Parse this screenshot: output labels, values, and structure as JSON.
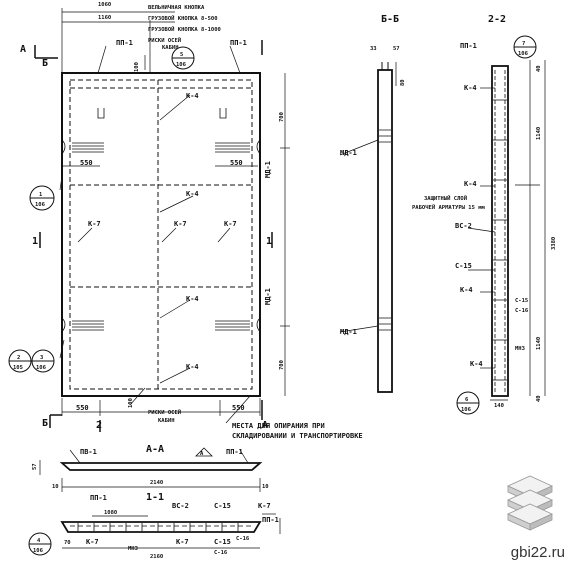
{
  "labels": {
    "top_note_1": "ВЕЛЬНИЧНАЯ КНОПКА",
    "top_note_2": "ГРУЗОВОЙ КНОПКА 8-500",
    "top_note_3": "ГРУЗОВОЙ КНОПКА 8-1000",
    "top_note_4": "РИСКИ ОСЕЙ",
    "top_note_5": "КАБИН",
    "dim_1060": "1060",
    "dim_1160": "1160",
    "dim_100_top": "100",
    "dim_700_top": "700",
    "dim_700_bot": "700",
    "dim_550_a": "550",
    "dim_550_b": "550",
    "dim_550_c": "550",
    "dim_550_d": "550",
    "dim_100_bot": "100",
    "pn1_a": "ПП-1",
    "pn1_b": "ПП-1",
    "pn1_c": "ПП-1",
    "pn1_d": "ПП-1",
    "pn1_e": "ПП-1",
    "k4_1": "К-4",
    "k4_2": "К-4",
    "k4_3": "К-4",
    "k4_4": "К-4",
    "k4_5": "К-4",
    "k4_6": "К-4",
    "k4_7": "К-4",
    "k7_1": "К-7",
    "k7_2": "К-7",
    "k7_3": "К-7",
    "k7_4": "К-7",
    "k7_5": "К-7",
    "md1_a": "МД-1",
    "md1_b": "МД-1",
    "md1_c": "МД-1",
    "md1_d": "МД-1",
    "cut_a": "А",
    "cut_a2": "А",
    "cut_b": "Б",
    "cut_b2": "Б",
    "cut_2": "2",
    "cut_1": "1",
    "cut_1b": "1",
    "sec_bb": "Б-Б",
    "sec_22": "2-2",
    "sec_aa": "А-А",
    "sec_11": "1-1",
    "dim_33": "33",
    "dim_57": "57",
    "dim_80": "80",
    "dim_1140a": "1140",
    "dim_1140b": "1140",
    "dim_3380": "3380",
    "dim_40a": "40",
    "dim_40b": "40",
    "dim_140": "140",
    "dim_2140": "2140",
    "dim_2160": "2160",
    "dim_1080": "1080",
    "dim_70": "70",
    "dim_10a": "10",
    "dim_10b": "10",
    "dim_57b": "57",
    "c15_a": "С-15",
    "c15_b": "С-15",
    "c15_c": "С-15",
    "c15_d": "С-15",
    "c16_a": "С-16",
    "c16_b": "С-16",
    "c16_c": "С-16",
    "vs2_a": "ВС-2",
    "vs2_b": "ВС-2",
    "pv1": "ПВ-1",
    "pp1_aa": "ПП-1",
    "mn3a": "МН3",
    "mn3b": "МН3",
    "protect_1": "ЗАЩИТНЫЙ СЛОЙ",
    "protect_2": "РАБОЧЕЙ АРМАТУРЫ 15 мм",
    "axis_note_1": "РИСКИ ОСЕЙ",
    "axis_note_2": "КАБИН",
    "support_1": "МЕСТА ДЛЯ ОПИРАНИЯ ПРИ",
    "support_2": "СКЛАДИРОВАНИИ И ТРАНСПОРТИРОВКЕ"
  },
  "callouts": [
    {
      "top": "5",
      "bottom": "106"
    },
    {
      "top": "1",
      "bottom": "106"
    },
    {
      "top": "2",
      "bottom": "105"
    },
    {
      "top": "3",
      "bottom": "106"
    },
    {
      "top": "7",
      "bottom": "106"
    },
    {
      "top": "6",
      "bottom": "106"
    },
    {
      "top": "4",
      "bottom": "106"
    }
  ],
  "watermark": "gbi22.ru"
}
